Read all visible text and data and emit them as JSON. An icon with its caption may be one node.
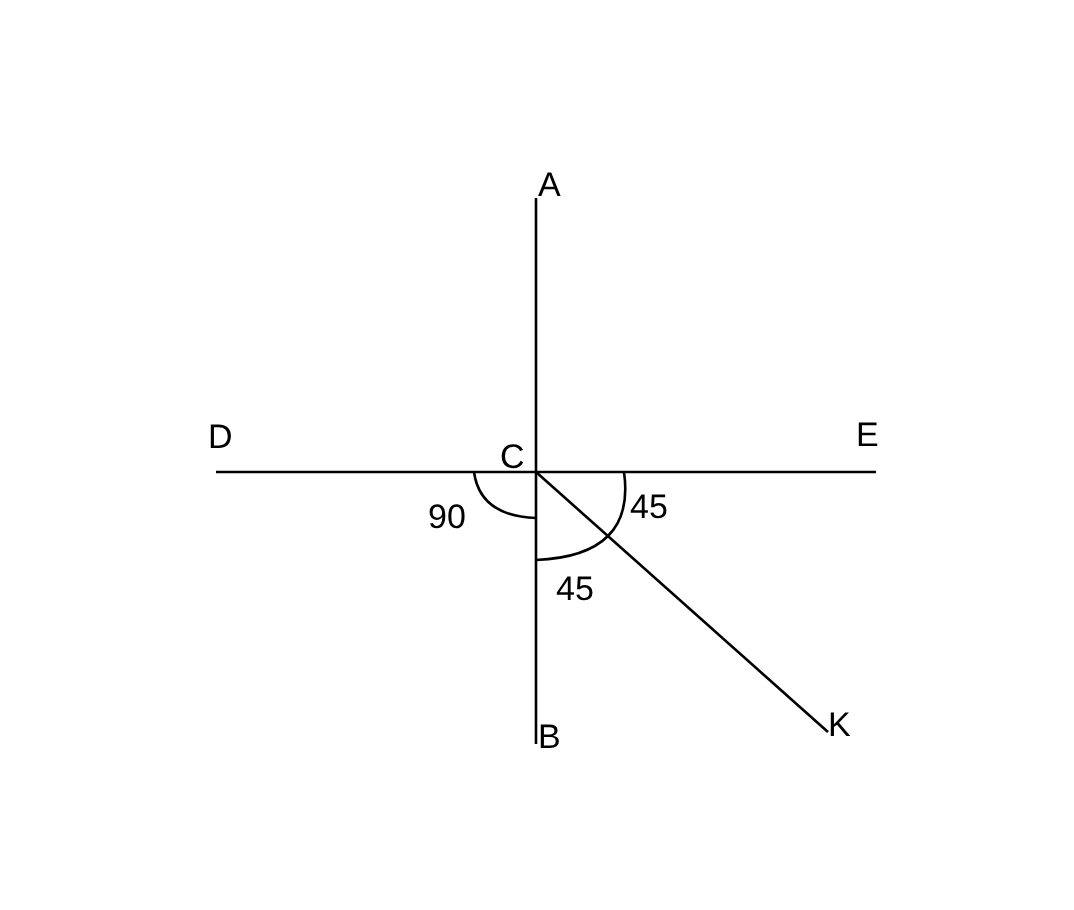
{
  "diagram": {
    "nodes": [
      {
        "text": [
          "A"
        ]
      },
      {
        "text": [
          "D"
        ]
      },
      {
        "text": [
          "C"
        ]
      },
      {
        "text": [
          "E"
        ]
      },
      {
        "text": [
          "K"
        ]
      },
      {
        "text": [
          "B"
        ]
      }
    ],
    "edges": [
      {
        "from": 2,
        "to": 0,
        "arrow": "none"
      },
      {
        "from": 2,
        "to": 5,
        "arrow": "none"
      },
      {
        "from": 2,
        "to": 1,
        "arrow": "none"
      },
      {
        "from": 2,
        "to": 3,
        "arrow": "none"
      },
      {
        "from": 2,
        "to": 4,
        "arrow": "none"
      }
    ],
    "labels": [
      "90",
      "45",
      "45"
    ]
  }
}
